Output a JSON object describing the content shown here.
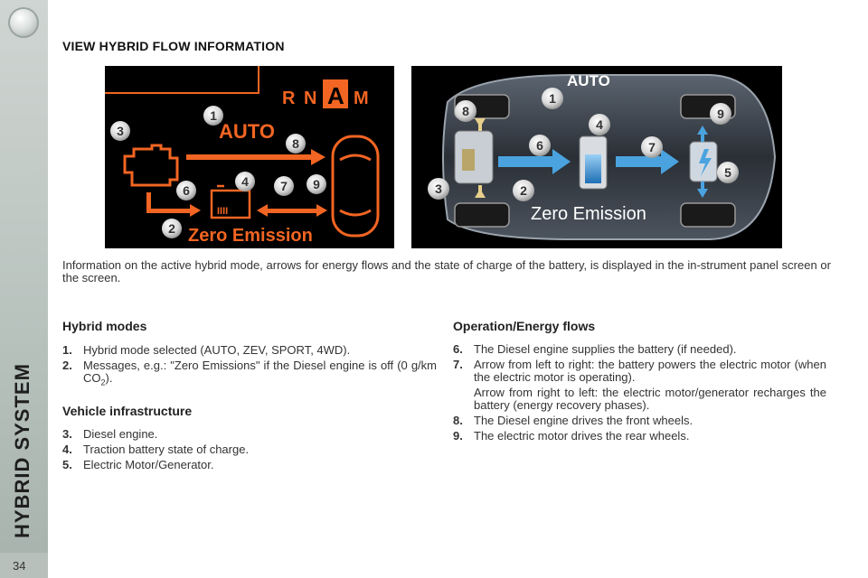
{
  "sidebar": {
    "title": "HYBRID SYSTEM",
    "page_number": "34"
  },
  "title": "VIEW HYBRID FLOW INFORMATION",
  "panel1": {
    "gear_letters": [
      "R",
      "N",
      "A",
      "M"
    ],
    "mode": "AUTO",
    "message": "Zero Emission",
    "callouts": [
      "1",
      "2",
      "3",
      "4",
      "6",
      "7",
      "8",
      "9"
    ]
  },
  "panel2": {
    "mode": "AUTO",
    "message": "Zero Emission",
    "callouts": [
      "1",
      "2",
      "3",
      "4",
      "5",
      "6",
      "7",
      "8",
      "9"
    ]
  },
  "intro": "Information on the active hybrid mode, arrows for energy flows and the state of charge of the battery, is displayed in the in-strument panel screen or the screen.",
  "hybrid_modes": {
    "heading": "Hybrid modes",
    "items": [
      {
        "num": "1.",
        "text": "Hybrid mode selected (AUTO, ZEV, SPORT, 4WD)."
      },
      {
        "num": "2.",
        "text_before": "Messages, e.g.: \"Zero Emissions\" if the Diesel engine is off (0 g/km CO",
        "sub": "2",
        "text_after": ")."
      }
    ]
  },
  "vehicle_infrastructure": {
    "heading": "Vehicle infrastructure",
    "items": [
      {
        "num": "3.",
        "text": "Diesel engine."
      },
      {
        "num": "4.",
        "text": "Traction battery state of charge."
      },
      {
        "num": "5.",
        "text": "Electric Motor/Generator."
      }
    ]
  },
  "operation": {
    "heading": "Operation/Energy flows",
    "items": [
      {
        "num": "6.",
        "text": "The Diesel engine supplies the battery (if needed)."
      },
      {
        "num": "7.",
        "text": "Arrow from left to right: the battery powers the electric motor (when the electric motor is operating).",
        "text2": "Arrow from right to left: the electric motor/generator recharges the battery (energy recovery phases)."
      },
      {
        "num": "8.",
        "text": "The Diesel engine drives the front wheels."
      },
      {
        "num": "9.",
        "text": "The electric motor drives the rear wheels."
      }
    ]
  },
  "colors": {
    "orange": "#f26522",
    "blue": "#4aa3df",
    "black": "#000000",
    "sidebar": "#b9c3be"
  }
}
